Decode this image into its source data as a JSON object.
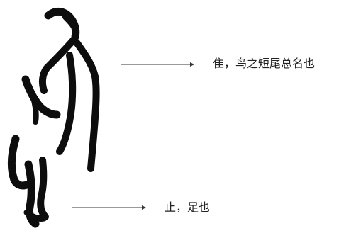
{
  "annotations": [
    {
      "id": "zhui",
      "text": "隹，鸟之短尾总名也"
    },
    {
      "id": "zhi",
      "text": "止，足也"
    }
  ],
  "colors": {
    "ink": "#0d0d0d",
    "leader": "#333333",
    "background": "#ffffff"
  }
}
